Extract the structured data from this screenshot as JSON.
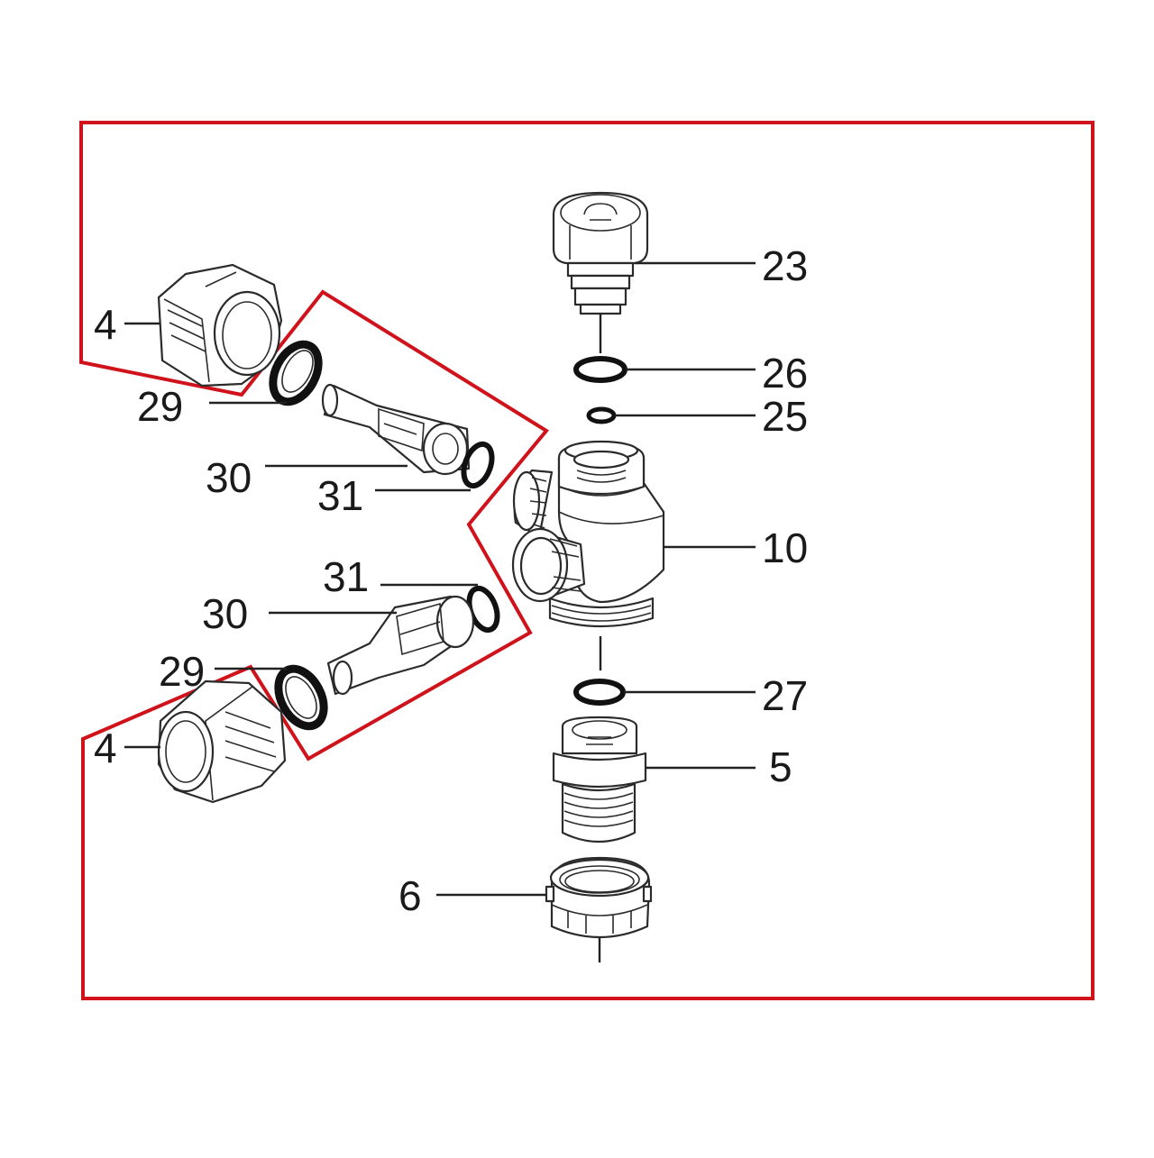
{
  "diagram": {
    "colors": {
      "frame": "#d0121b",
      "ink": "#222222",
      "background": "#ffffff"
    },
    "callouts": [
      {
        "id": "c23",
        "text": "23"
      },
      {
        "id": "c26",
        "text": "26"
      },
      {
        "id": "c25",
        "text": "25"
      },
      {
        "id": "c10",
        "text": "10"
      },
      {
        "id": "c27",
        "text": "27"
      },
      {
        "id": "c5",
        "text": "5"
      },
      {
        "id": "c6",
        "text": "6"
      },
      {
        "id": "c4a",
        "text": "4"
      },
      {
        "id": "c29a",
        "text": "29"
      },
      {
        "id": "c30a",
        "text": "30"
      },
      {
        "id": "c31a",
        "text": "31"
      },
      {
        "id": "c31b",
        "text": "31"
      },
      {
        "id": "c30b",
        "text": "30"
      },
      {
        "id": "c29b",
        "text": "29"
      },
      {
        "id": "c4b",
        "text": "4"
      }
    ]
  }
}
